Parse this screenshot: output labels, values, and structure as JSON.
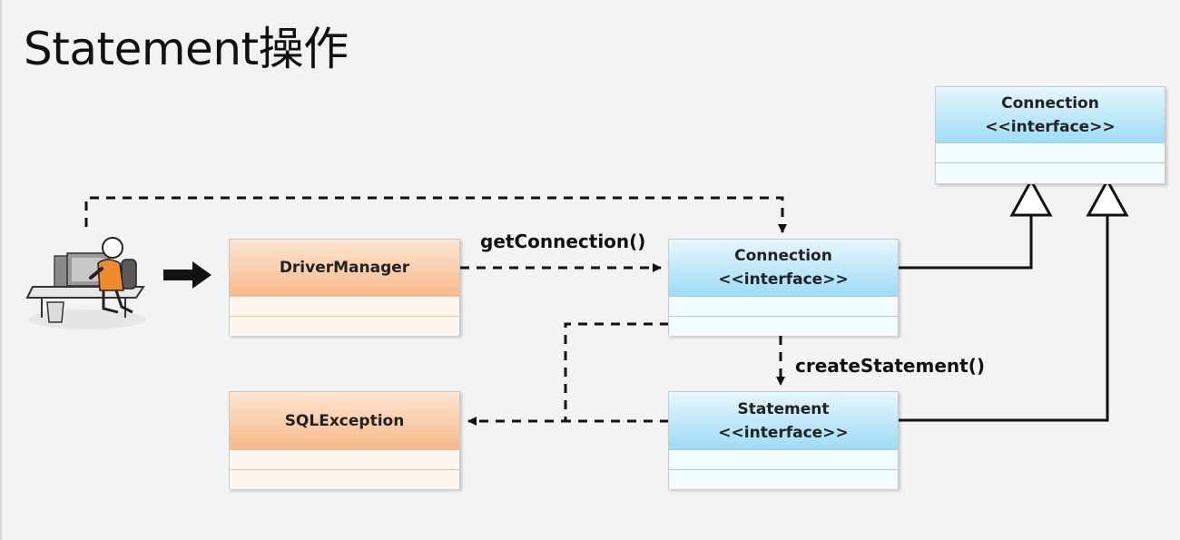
{
  "title": "Statement操作",
  "classes": {
    "connection_top": {
      "name": "Connection",
      "stereotype": "<<interface>>"
    },
    "driver_manager": {
      "name": "DriverManager"
    },
    "connection": {
      "name": "Connection",
      "stereotype": "<<interface>>"
    },
    "sql_exception": {
      "name": "SQLException"
    },
    "statement": {
      "name": "Statement",
      "stereotype": "<<interface>>"
    }
  },
  "messages": {
    "get_connection": "getConnection()",
    "create_statement": "createStatement()"
  },
  "colors": {
    "interface_fill": "#9fdcf6",
    "class_fill": "#f7b98a",
    "line": "#111111"
  },
  "icons": {
    "actor": "person-at-computer-icon"
  }
}
